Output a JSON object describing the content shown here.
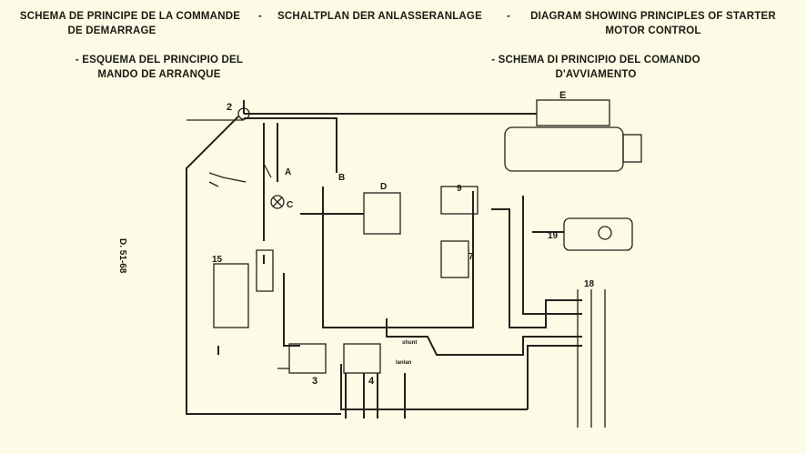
{
  "titles": {
    "fr_line1": "SCHEMA  DE PRINCIPE DE LA COMMANDE",
    "fr_line2": "DE DEMARRAGE",
    "de": "SCHALTPLAN DER ANLASSERANLAGE",
    "en_line1": "DIAGRAM SHOWING PRINCIPLES OF STARTER",
    "en_line2": "MOTOR CONTROL",
    "es_line1": "- ESQUEMA DEL PRINCIPIO DEL",
    "es_line2": "MANDO DE ARRANQUE",
    "it_line1": "- SCHEMA DI PRINCIPIO DEL COMANDO",
    "it_line2": "D'AVVIAMENTO",
    "sep1": "-",
    "sep2": "-"
  },
  "reference": "D. 51-68",
  "labels": {
    "l2": "2",
    "A": "A",
    "B": "B",
    "C": "C",
    "D": "D",
    "E": "E",
    "l3": "3",
    "l4": "4",
    "l7": "7",
    "l9": "9",
    "l15": "15",
    "l18": "18",
    "l19": "19",
    "shunt": "shunt",
    "lower_label": "lanlan"
  }
}
